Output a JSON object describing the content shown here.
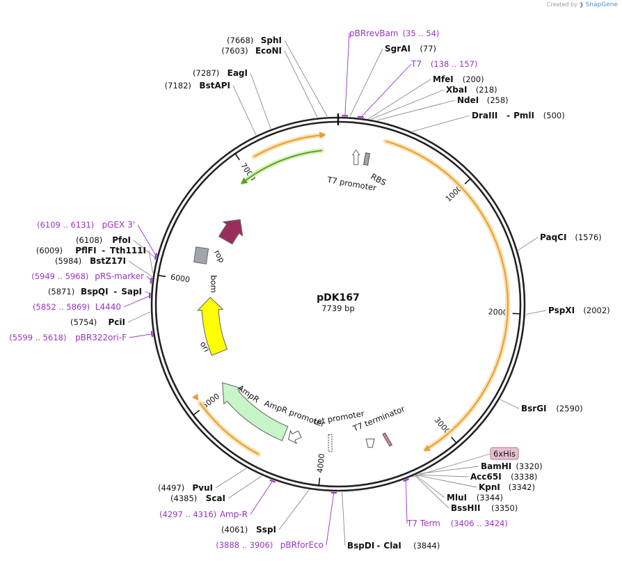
{
  "credit": {
    "text": "Created by",
    "brand": "SnapGene"
  },
  "plasmid": {
    "name": "pDK167",
    "size_label": "7739 bp",
    "length": 7739
  },
  "ruler": [
    {
      "pos": 1000,
      "label": "1000"
    },
    {
      "pos": 2000,
      "label": "2000"
    },
    {
      "pos": 3000,
      "label": "3000"
    },
    {
      "pos": 4000,
      "label": "4000"
    },
    {
      "pos": 5000,
      "label": "5000"
    },
    {
      "pos": 6000,
      "label": "6000"
    },
    {
      "pos": 7000,
      "label": "7000"
    }
  ],
  "enzymes": [
    {
      "name": "SphI",
      "pos_label": "(7668)",
      "pos": 7668
    },
    {
      "name": "EcoNI",
      "pos_label": "(7603)",
      "pos": 7603
    },
    {
      "name": "EagI",
      "pos_label": "(7287)",
      "pos": 7287
    },
    {
      "name": "BstAPI",
      "pos_label": "(7182)",
      "pos": 7182
    },
    {
      "name": "SgrAI",
      "pos_label": "(77)",
      "pos": 77
    },
    {
      "name": "MfeI",
      "pos_label": "(200)",
      "pos": 200
    },
    {
      "name": "XbaI",
      "pos_label": "(218)",
      "pos": 218
    },
    {
      "name": "NdeI",
      "pos_label": "(258)",
      "pos": 258
    },
    {
      "name": "DraIII",
      "sep": "-",
      "name2": "PmlI",
      "pos_label": "(500)",
      "pos": 500
    },
    {
      "name": "PaqCI",
      "pos_label": "(1576)",
      "pos": 1576
    },
    {
      "name": "PspXI",
      "pos_label": "(2002)",
      "pos": 2002
    },
    {
      "name": "BsrGI",
      "pos_label": "(2590)",
      "pos": 2590
    },
    {
      "name": "BamHI",
      "pos_label": "(3320)",
      "pos": 3320
    },
    {
      "name": "Acc65I",
      "pos_label": "(3338)",
      "pos": 3338
    },
    {
      "name": "KpnI",
      "pos_label": "(3342)",
      "pos": 3342
    },
    {
      "name": "MluI",
      "pos_label": "(3344)",
      "pos": 3344
    },
    {
      "name": "BssHII",
      "pos_label": "(3350)",
      "pos": 3350
    },
    {
      "name": "BspDI",
      "sep": "-",
      "name2": "ClaI",
      "pos_label": "(3844)",
      "pos": 3844
    },
    {
      "name": "SspI",
      "pos_label": "(4061)",
      "pos": 4061
    },
    {
      "name": "ScaI",
      "pos_label": "(4385)",
      "pos": 4385
    },
    {
      "name": "PvuI",
      "pos_label": "(4497)",
      "pos": 4497
    },
    {
      "name": "PciI",
      "pos_label": "(5754)",
      "pos": 5754
    },
    {
      "name": "BspQI",
      "sep": "-",
      "name2": "SapI",
      "pos_label": "(5871)",
      "pos": 5871
    },
    {
      "name": "BstZ17I",
      "pos_label": "(5984)",
      "pos": 5984
    },
    {
      "name": "PflFI",
      "sep": "-",
      "name2": "Tth111I",
      "pos_label": "(6009)",
      "pos": 6009
    },
    {
      "name": "PfoI",
      "pos_label": "(6108)",
      "pos": 6108
    }
  ],
  "primers": [
    {
      "name": "pBRrevBam",
      "range_label": "(35 .. 54)",
      "start": 35,
      "end": 54
    },
    {
      "name": "T7",
      "range_label": "(138 .. 157)",
      "start": 138,
      "end": 157
    },
    {
      "name": "T7 Term",
      "range_label": "(3406 .. 3424)",
      "start": 3406,
      "end": 3424
    },
    {
      "name": "pBRforEco",
      "range_label": "(3888 .. 3906)",
      "start": 3888,
      "end": 3906
    },
    {
      "name": "Amp-R",
      "range_label": "(4297 .. 4316)",
      "start": 4297,
      "end": 4316
    },
    {
      "name": "pBR322ori-F",
      "range_label": "(5599 .. 5618)",
      "start": 5599,
      "end": 5618
    },
    {
      "name": "L4440",
      "range_label": "(5852 .. 5869)",
      "start": 5852,
      "end": 5869
    },
    {
      "name": "pRS-marker",
      "range_label": "(5949 .. 5968)",
      "start": 5949,
      "end": 5968
    },
    {
      "name": "pGEX 3'",
      "range_label": "(6109 .. 6131)",
      "start": 6109,
      "end": 6131
    }
  ],
  "features": {
    "his_tag": {
      "label": "6xHis"
    },
    "rbs": {
      "label": "RBS"
    },
    "t7_promoter": {
      "label": "T7 promoter"
    },
    "rop": {
      "label": "rop"
    },
    "bom": {
      "label": "bom"
    },
    "ori": {
      "label": "ori"
    },
    "ampr": {
      "label": "AmpR"
    },
    "ampr_promoter": {
      "label": "AmpR promoter"
    },
    "tet_promoter": {
      "label": "tet promoter"
    },
    "t7_terminator": {
      "label": "T7 terminator"
    }
  },
  "colors": {
    "backbone": "#222222",
    "primer": "#9b30c9",
    "orange_arc": "#e0a040",
    "orange_glow": "#fde0a8",
    "green_arc": "#5aa02c",
    "green_glow": "#d9f2b8",
    "ori": "#ffff00",
    "ampr": "#c8f5c8",
    "rop": "#9b2d5e",
    "bom": "#a0a4ac",
    "his_fill": "#e8c0d0",
    "his_stroke": "#b07890"
  }
}
